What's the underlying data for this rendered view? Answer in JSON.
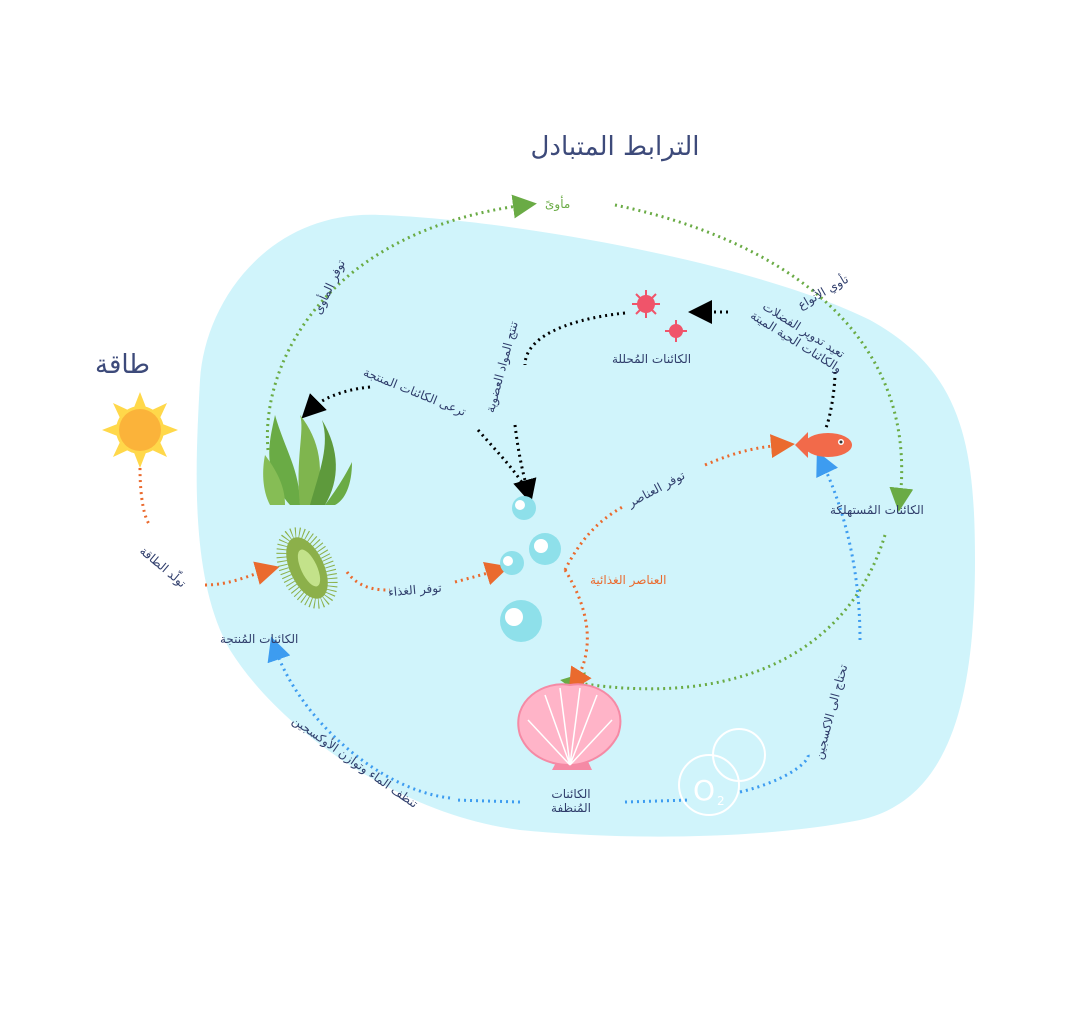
{
  "title": "الترابط المتبادل",
  "energy_label": "طاقة",
  "nodes": {
    "producers": "الكائنات المُنتجة",
    "consumers": "الكائنات المُستهلكة",
    "decomposers": "الكائنات المُحللة",
    "cleaners": "الكائنات المُنظفة",
    "nutrients": "العناصر الغذائية",
    "shelter": "مأوىً"
  },
  "links": {
    "provide_shelter": "توفر المأوى",
    "house_species": "تأوي الأنواع",
    "recycle_waste": "تعيد تدوير الفضلات والكائنات الحية الميتة",
    "graze_producers": "ترعى الكائنات المنتجة",
    "produce_organic": "تنتج المواد العضوية",
    "provide_food": "توفر الغذاء",
    "provide_nutrients": "توفر العناصر",
    "generate_energy": "تولّد الطاقة",
    "clean_water": "تنظف الماء وتوازن الأوكسجين",
    "need_oxygen": "تحتاج الى الاكسجين"
  },
  "colors": {
    "water": "#d0f4fb",
    "green": "#6aab45",
    "orange": "#ea6a2e",
    "blue": "#3d9cf0",
    "black": "#000000",
    "text": "#2f3d6b"
  }
}
